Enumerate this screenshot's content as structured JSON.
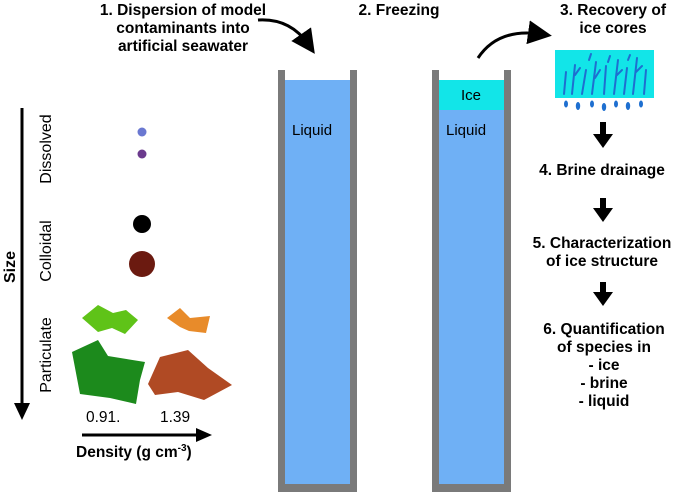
{
  "steps": {
    "step1": [
      "1. Dispersion of model",
      "contaminants into",
      "artificial seawater"
    ],
    "step2": "2. Freezing",
    "step3": [
      "3. Recovery of",
      "ice cores"
    ],
    "step4": "4. Brine drainage",
    "step5": [
      "5. Characterization",
      "of ice structure"
    ],
    "step6": [
      "6. Quantification",
      "of species in",
      "- ice",
      "- brine",
      "- liquid"
    ]
  },
  "axis": {
    "size_label": "Size",
    "categories": [
      "Dissolved",
      "Colloidal",
      "Particulate"
    ],
    "density_label": "Density (g cm",
    "density_exp": "-3",
    "density_close": ")",
    "density_ticks": [
      "0.91.",
      "1.39"
    ]
  },
  "tubes": {
    "tube1_liquid": "Liquid",
    "tube2_ice": "Ice",
    "tube2_liquid": "Liquid"
  },
  "colors": {
    "liquid": "#6fb0f5",
    "ice": "#12e5e8",
    "tube_wall": "#7a7a7a",
    "dissolved_1": "#6a78d1",
    "dissolved_2": "#6b3a8d",
    "colloid_black": "#000000",
    "colloid_red": "#6b1a10",
    "particle_lightgreen": "#5fc318",
    "particle_orange": "#e88b2a",
    "particle_darkgreen": "#1c8a1c",
    "particle_brown": "#b04a24",
    "ice_core_streaks": "#1e6fd0"
  }
}
